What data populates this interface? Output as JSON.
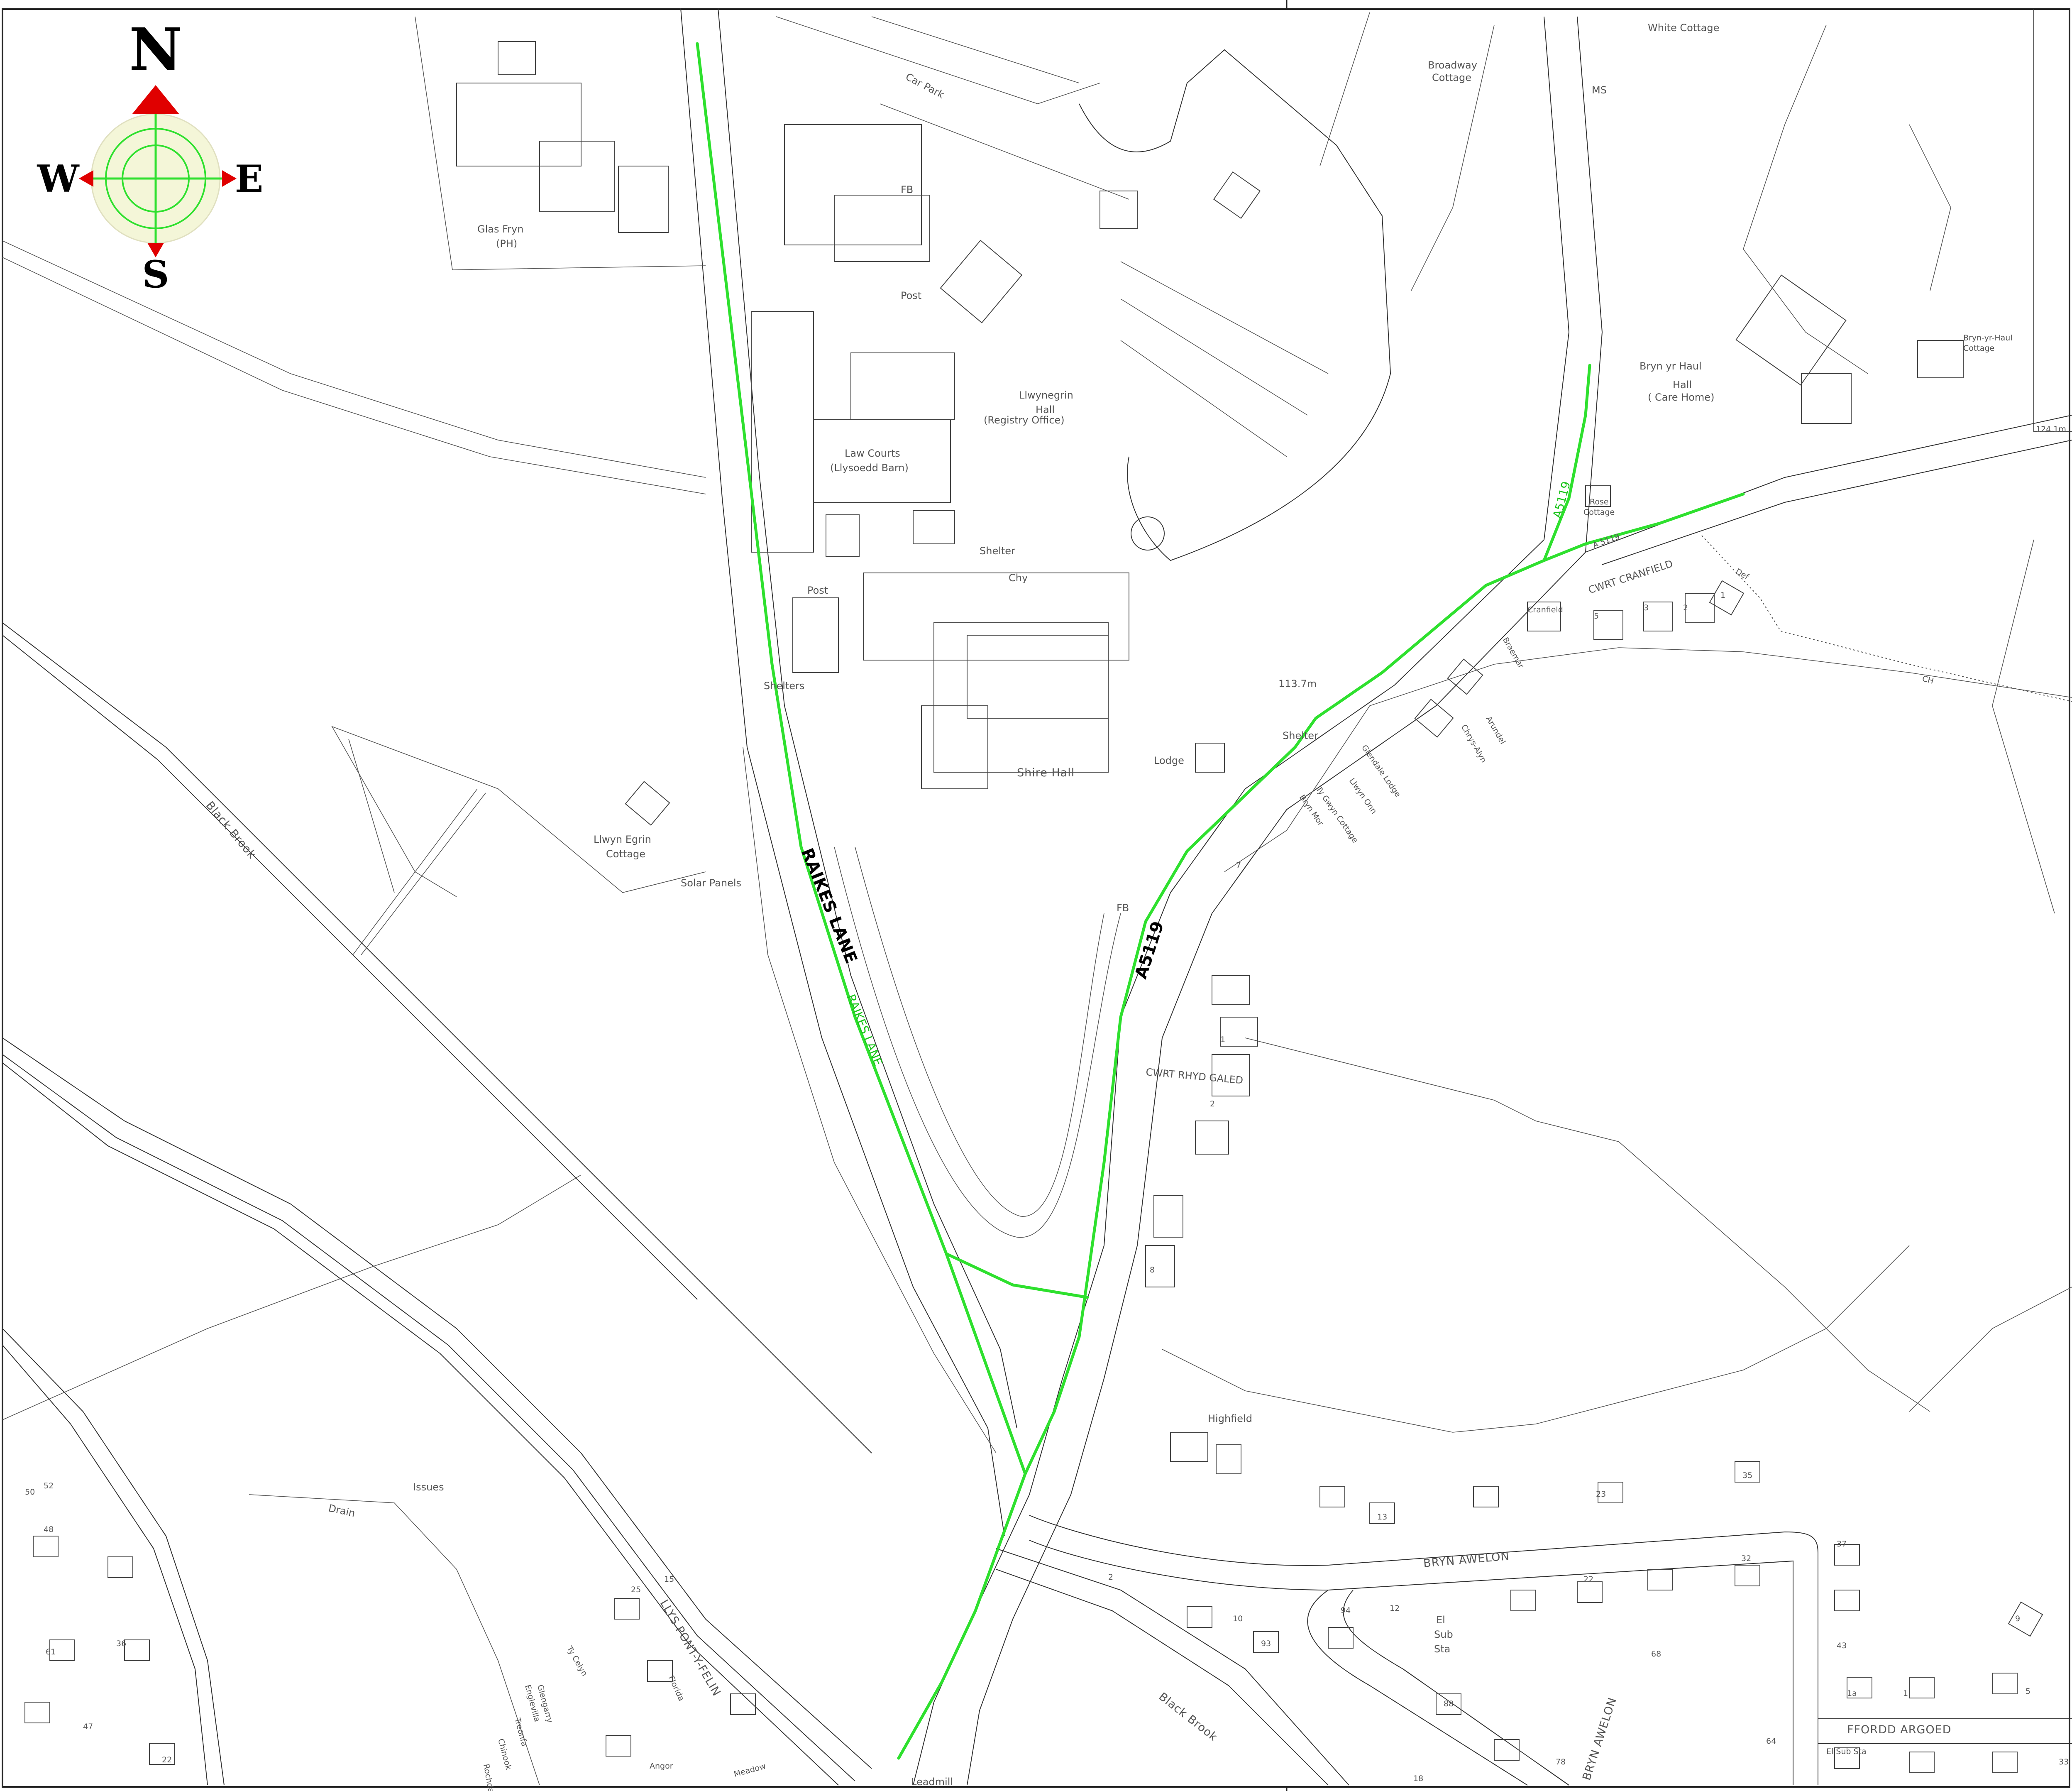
{
  "compass": {
    "north": "N",
    "south": "S",
    "east": "E",
    "west": "W"
  },
  "route_labels": {
    "raikes_lane": "RAIKES LANE",
    "raikes_lane_green": "RAIKES LANE",
    "a5119": "A5119",
    "a5119_north": "A5119",
    "a5119_east": "A 5119"
  },
  "colors": {
    "route": "#2ee02e",
    "compass_arrow": "#e00000",
    "compass_ring": "#2ee02e",
    "compass_fill": "#f4f6d8"
  },
  "labels": {
    "white_cottage": "White Cottage",
    "broadway_cottage": "Broadway\nCottage",
    "ms": "MS",
    "car_park": "Car Park",
    "fb_north": "FB",
    "post_north": "Post",
    "glas_fryn": "Glas Fryn",
    "ph": "(PH)",
    "llwynegrin_hall": "Llwynegrin",
    "llwynegrin_hall2": "Hall",
    "registry_office": "(Registry Office)",
    "law_courts": "Law Courts",
    "llysoedd_barn": "(Llysoedd Barn)",
    "bryn_yr_haul": "Bryn yr Haul",
    "bryn_yr_haul2": "Hall",
    "care_home": "( Care Home)",
    "bryn_yr_haul_cottage": "Bryn-yr-Haul",
    "bryn_yr_haul_cottage2": "Cottage",
    "rose_cottage": "Rose",
    "rose_cottage2": "Cottage",
    "shelter_north": "Shelter",
    "chy": "Chy",
    "post_south": "Post",
    "shelters": "Shelters",
    "cwrt_cranfield": "CWRT CRANFIELD",
    "cranfield": "Cranfield",
    "braemar": "Braemar",
    "arundel": "Arundel",
    "chrys_alyn": "Chrys-Alyn",
    "def": "Def",
    "ch": "CH",
    "height": "113.7m",
    "shelter_mid": "Shelter",
    "glendale_lodge": "Glendale Lodge",
    "llwyn_onn": "Llwyn Onn",
    "ty_gwyn_cottage": "Ty Gwyn Cottage",
    "bryn_mor": "Bryn Mor",
    "lodge": "Lodge",
    "shire_hall": "Shire Hall",
    "llwyn_egrin": "Llwyn Egrin",
    "llwyn_egrin2": "Cottage",
    "solar_panels": "Solar Panels",
    "black_brook_w": "Black Brook",
    "fb_mid": "FB",
    "cwrt_rhyd_galed": "CWRT RHYD GALED",
    "highfield": "Highfield",
    "issues": "Issues",
    "drain": "Drain",
    "bryn_awelon": "BRYN AWELON",
    "bryn_awelon2": "BRYN AWELON",
    "el_sub_sta": "El",
    "el_sub_sta2": "Sub",
    "el_sub_sta3": "Sta",
    "llys_pont": "LLYS PONT-Y-FELIN",
    "black_brook_s": "Black Brook",
    "ffordd_argoed": "FFORDD ARGOED",
    "el_sub_sta_e": "El Sub Sta",
    "leadmill": "Leadmill",
    "ty_celyn": "Ty Celyn",
    "englewilla": "Englevilla",
    "glengarry": "Glengarry",
    "treonfa": "Treonfa",
    "chinook": "Chinook",
    "rochdale": "Rochdale",
    "angor": "Angor",
    "meadow": "Meadow",
    "florida": "Florida",
    "edge_height": "124.1m"
  },
  "house_numbers": {
    "n13": "13",
    "n23": "23",
    "n35": "35",
    "n32": "32",
    "n22": "22",
    "n12": "12",
    "n10": "10",
    "n2": "2",
    "n93": "93",
    "n94": "94",
    "n88": "88",
    "n68": "68",
    "n78": "78",
    "n64": "64",
    "n37": "37",
    "n43": "43",
    "n1a": "1a",
    "n1": "1",
    "n5": "5",
    "n9": "9",
    "n33": "33",
    "n18": "18",
    "n7": "7",
    "n8": "8",
    "n1b": "1",
    "n2b": "2",
    "n61": "61",
    "n47": "47",
    "n22w": "22",
    "n52": "52",
    "n50": "50",
    "n48": "48",
    "n36": "36",
    "n25": "25",
    "n15": "15",
    "n3": "3",
    "n5e": "5",
    "n2e": "2",
    "n1e": "1"
  }
}
